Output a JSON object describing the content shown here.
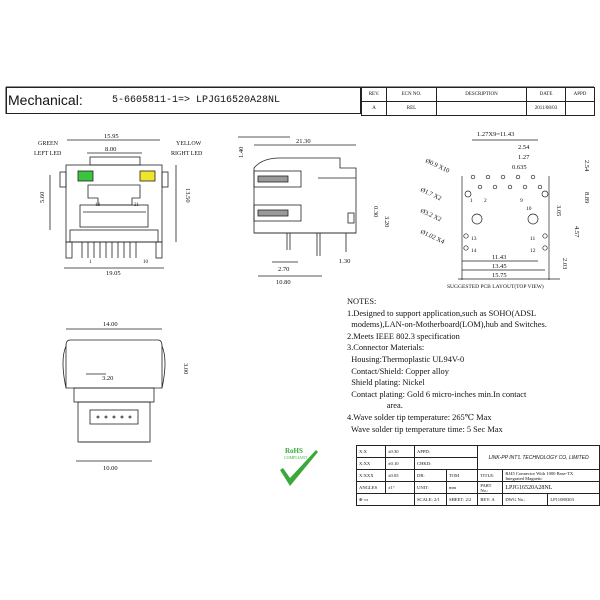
{
  "header": {
    "title": "Mechanical:",
    "part_number": "5-6605811-1=> LPJG16520A28NL"
  },
  "revision_table": {
    "columns": [
      "REV.",
      "ECN NO.",
      "DESCRIPTION",
      "DATE",
      "APPD"
    ],
    "rows": [
      [
        "A",
        "REL",
        "",
        "2011/08/03",
        ""
      ]
    ]
  },
  "front_view": {
    "label_green": "GREEN",
    "label_left_led": "LEFT LED",
    "label_yellow": "YELLOW",
    "label_right_led": "RIGHT LED",
    "led_green_color": "#3cc43c",
    "led_yellow_color": "#f2e42a",
    "dims": [
      "15.95",
      "8.00",
      "5.60",
      "13.50",
      "19.05"
    ],
    "pin_labels": [
      "18",
      "21",
      "1",
      "10"
    ]
  },
  "side_view": {
    "dims": [
      "1.40",
      "21.30",
      "0.30",
      "3.20",
      "2.70",
      "1.30",
      "10.80"
    ]
  },
  "pcb_layout": {
    "dims": [
      "1.27X9=11.43",
      "2.54",
      "1.27",
      "0.635",
      "2.54",
      "8.89",
      "3.05",
      "4.57",
      "11.43",
      "13.45",
      "15.75",
      "2.03"
    ],
    "hole_labels": [
      "Ø0.9 X10",
      "Ø1.7 X2",
      "Ø3.2 X2",
      "Ø1.02 X4"
    ],
    "pin_numbers": [
      "1",
      "2",
      "9",
      "10",
      "13",
      "14",
      "11",
      "12"
    ],
    "caption": "SUGGESTED PCB LAYOUT(TOP VIEW)"
  },
  "bottom_view": {
    "dims": [
      "14.00",
      "3.20",
      "3.00",
      "10.00"
    ]
  },
  "notes": {
    "heading": "NOTES:",
    "lines": [
      "1.Designed to support application,such as SOHO(ADSL",
      "  modems),LAN-on-Motherboard(LOM),hub and Switches.",
      "2.Meets IEEE 802.3 specification",
      "3.Connector Materials:",
      "  Housing:Thermoplastic UL94V-0",
      "  Contact/Shield: Copper alloy",
      "  Shield plating: Nickel",
      "  Contact plating: Gold 6 micro-inches min.In contact",
      "                   area.",
      "4.Wave solder tip temperature: 265℃ Max",
      "  Wave solder tip temperature time: 5 Sec Max"
    ]
  },
  "rohs": {
    "label": "RoHS",
    "sub": "COMPLIANT",
    "color": "#3aa83a"
  },
  "title_block": {
    "tol_x": "X:X",
    "tol_x_val": "±0.30",
    "appd": "APPD:",
    "tol_xx": "X:XX",
    "tol_xx_val": "±0.10",
    "chkd": "CHKD:",
    "tol_xxx": "X:XXX",
    "tol_xxx_val": "±0.05",
    "dr": "DR:",
    "dr_val": "TOM",
    "angles": "ANGLES",
    "angles_val": "±1°",
    "unit": "UNIT:",
    "unit_val": "mm",
    "scale": "SCALE:",
    "scale_val": "2/1",
    "sheet": "SHEET:",
    "sheet_val": "2/2",
    "company": "LINK-PP INT'L TECHNOLOGY CO, LIMITED",
    "title_label": "TITLE:",
    "title_line1": "RJ45 Connector With 1000 Base-TX",
    "title_line2": "Integrated Magnetic",
    "part_no_label": "PART No.:",
    "part_no": "LPJG16520A28NL",
    "rev_label": "REV:",
    "rev": "A",
    "dwg_label": "DWG No.:",
    "dwg_no": "LP11080303"
  }
}
